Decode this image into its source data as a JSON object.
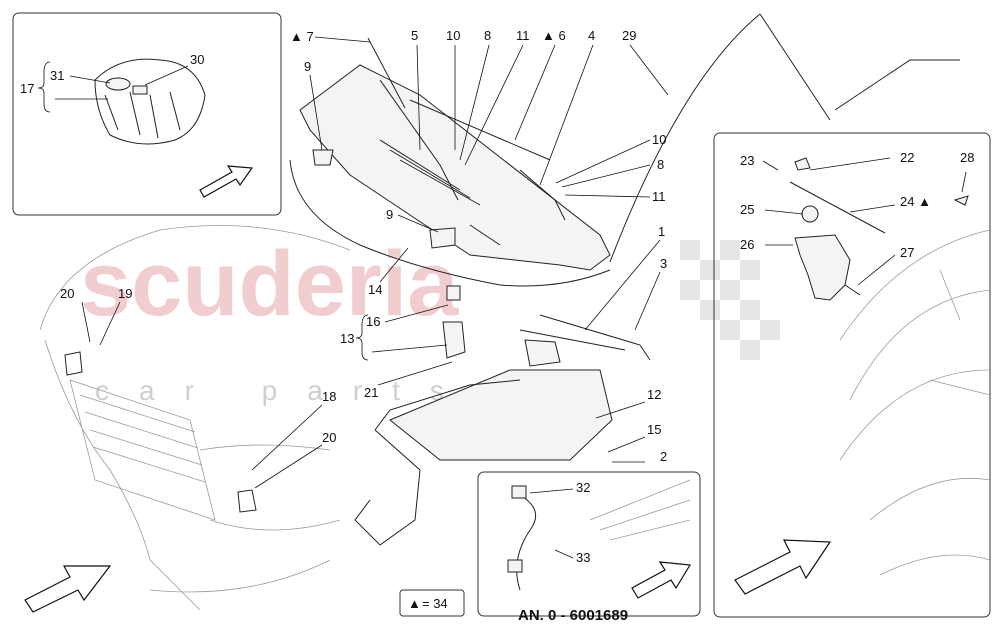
{
  "watermark": {
    "brand": "scuderia",
    "sub": "car parts"
  },
  "caption": "AN. 0 - 6001689",
  "legend": {
    "marker": "▲",
    "text": "= 34"
  },
  "callouts": [
    {
      "id": "c7",
      "text": "▲ 7"
    },
    {
      "id": "c5",
      "text": "5"
    },
    {
      "id": "c10a",
      "text": "10"
    },
    {
      "id": "c8a",
      "text": "8"
    },
    {
      "id": "c11a",
      "text": "11"
    },
    {
      "id": "c6",
      "text": "▲ 6"
    },
    {
      "id": "c4",
      "text": "4"
    },
    {
      "id": "c29",
      "text": "29"
    },
    {
      "id": "c9a",
      "text": "9"
    },
    {
      "id": "c10b",
      "text": "10"
    },
    {
      "id": "c8b",
      "text": "8"
    },
    {
      "id": "c11b",
      "text": "11"
    },
    {
      "id": "c9b",
      "text": "9"
    },
    {
      "id": "c1",
      "text": "1"
    },
    {
      "id": "c3",
      "text": "3"
    },
    {
      "id": "c14",
      "text": "14"
    },
    {
      "id": "c16",
      "text": "16"
    },
    {
      "id": "c13",
      "text": "13"
    },
    {
      "id": "c21",
      "text": "21"
    },
    {
      "id": "c12",
      "text": "12"
    },
    {
      "id": "c15",
      "text": "15"
    },
    {
      "id": "c2",
      "text": "2"
    },
    {
      "id": "c18",
      "text": "18"
    },
    {
      "id": "c20a",
      "text": "20"
    },
    {
      "id": "c19",
      "text": "19"
    },
    {
      "id": "c20b",
      "text": "20"
    },
    {
      "id": "c30",
      "text": "30"
    },
    {
      "id": "c31",
      "text": "31"
    },
    {
      "id": "c17",
      "text": "17"
    },
    {
      "id": "c23",
      "text": "23"
    },
    {
      "id": "c22",
      "text": "22"
    },
    {
      "id": "c28",
      "text": "28"
    },
    {
      "id": "c24",
      "text": "24 ▲"
    },
    {
      "id": "c25",
      "text": "25"
    },
    {
      "id": "c26",
      "text": "26"
    },
    {
      "id": "c27",
      "text": "27"
    },
    {
      "id": "c32",
      "text": "32"
    },
    {
      "id": "c33",
      "text": "33"
    }
  ]
}
